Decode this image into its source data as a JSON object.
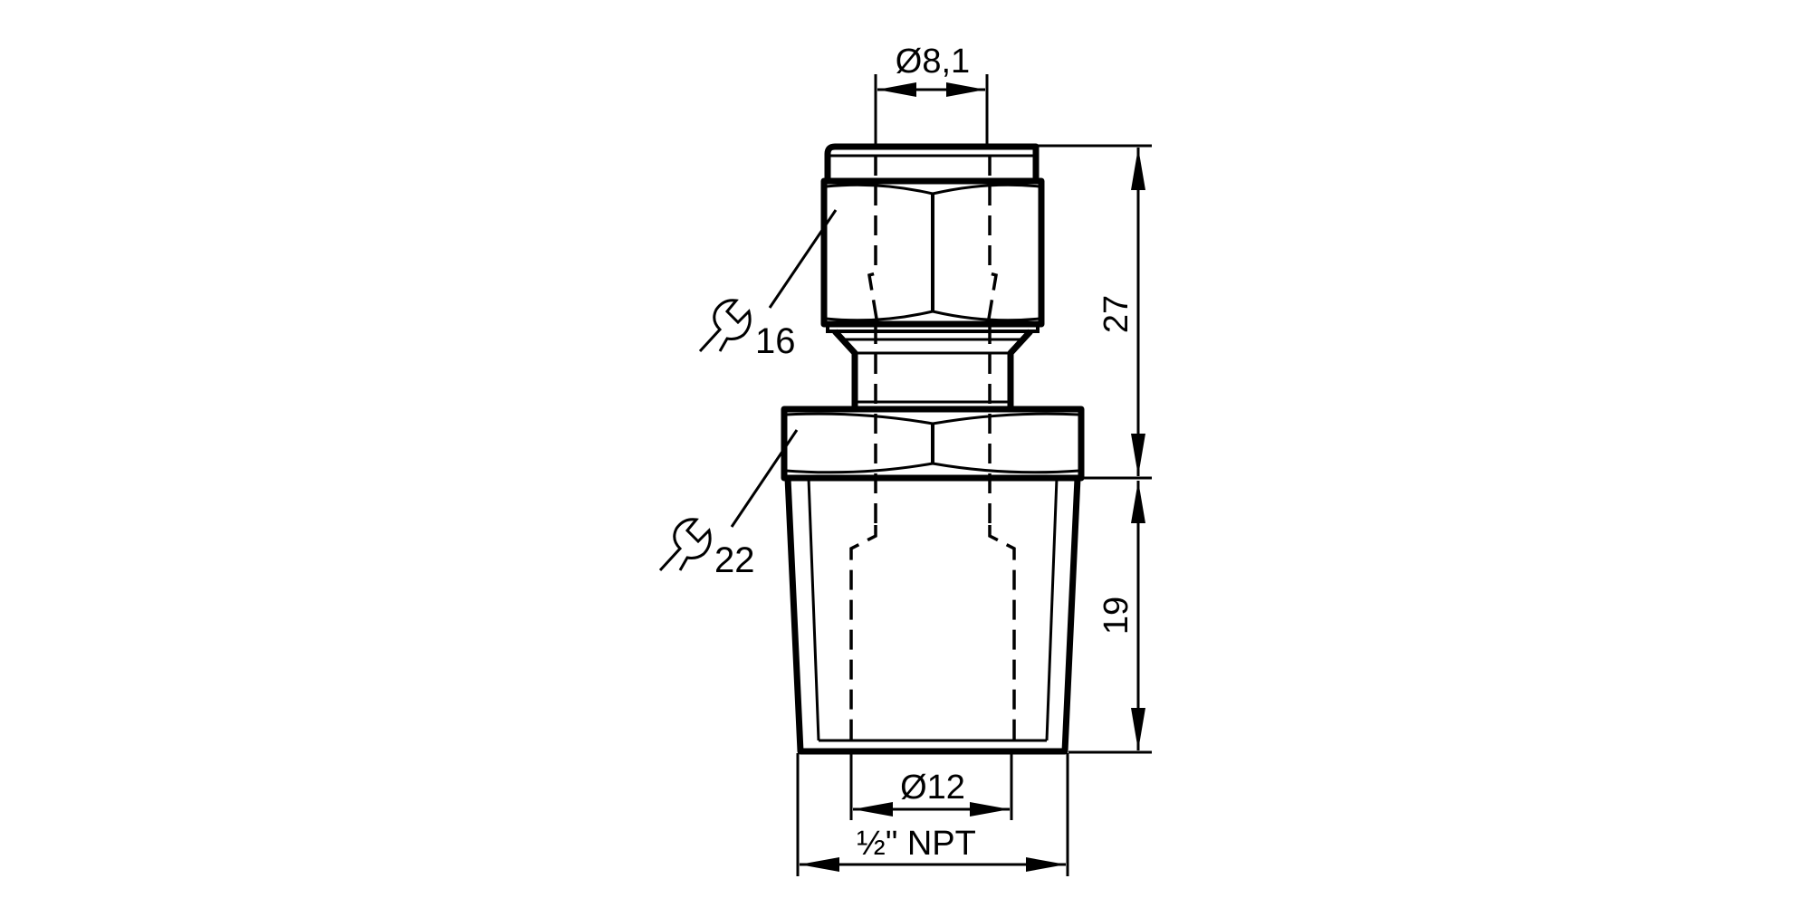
{
  "drawing": {
    "type": "technical dimension drawing",
    "subject": "threaded pipe adapter / compression fitting, side view",
    "colors": {
      "background": "#ffffff",
      "line": "#000000"
    }
  },
  "dimensions": {
    "bore_top": {
      "symbol": "Ø",
      "value": "8,1",
      "label": "Ø8,1"
    },
    "bore_bottom": {
      "symbol": "Ø",
      "value": "12",
      "label": "Ø12"
    },
    "thread": {
      "label": "½\" NPT"
    },
    "height_upper": {
      "value": "27"
    },
    "height_lower": {
      "value": "19"
    }
  },
  "wrench_sizes": [
    {
      "icon": "wrench-icon",
      "value": "16",
      "target": "upper hex"
    },
    {
      "icon": "wrench-icon",
      "value": "22",
      "target": "lower hex"
    }
  ]
}
